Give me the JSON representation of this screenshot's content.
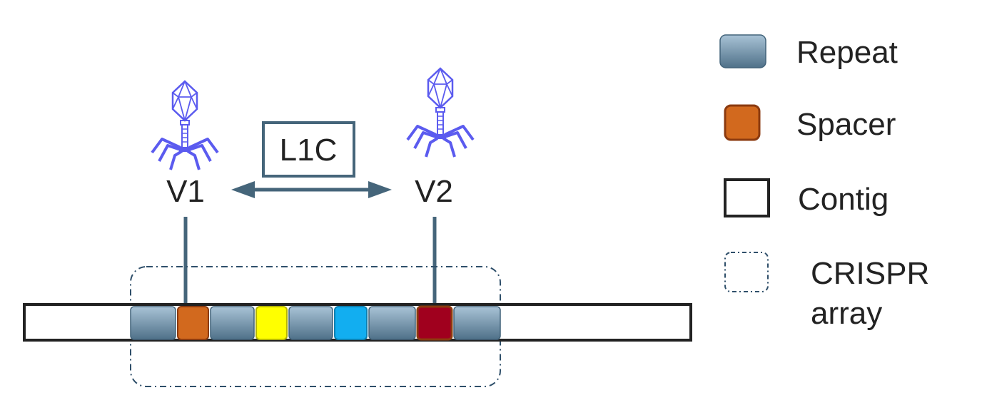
{
  "phages": [
    {
      "label": "V1"
    },
    {
      "label": "V2"
    }
  ],
  "link_label": "L1C",
  "legend": {
    "repeat": "Repeat",
    "spacer": "Spacer",
    "contig": "Contig",
    "crispr_line1": "CRISPR",
    "crispr_line2": "array"
  },
  "array_units": [
    "repeat",
    "spacer",
    "repeat",
    "spacer",
    "repeat",
    "spacer",
    "repeat",
    "spacer",
    "repeat"
  ],
  "colors": {
    "repeat_top": "#a9c3d6",
    "repeat_bottom": "#4f7189",
    "spacer_1": "#d2691e",
    "spacer_2": "#ffff00",
    "spacer_3": "#12aef0",
    "spacer_4": "#a0001e",
    "connector": "#45657a",
    "phage": "#5b5bef",
    "crispr_outline": "#2f4f6a"
  }
}
